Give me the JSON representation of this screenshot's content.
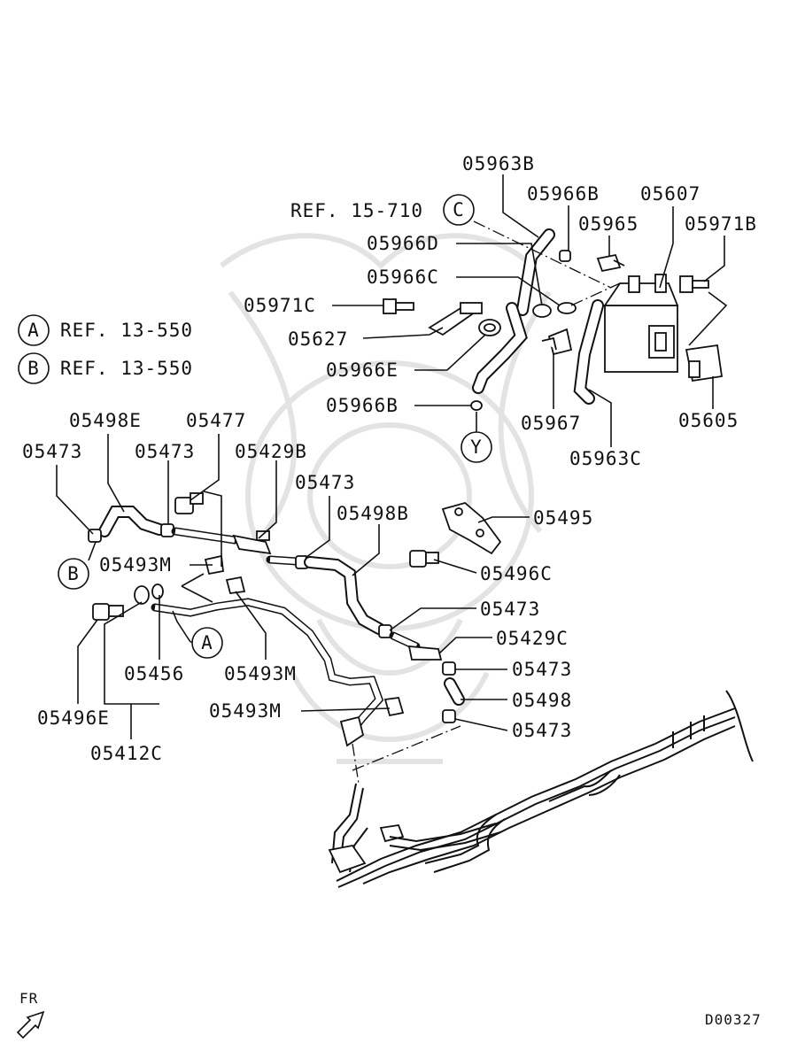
{
  "diagram_id": "D00327",
  "direction_label": "FR",
  "reference_notes": [
    {
      "marker": "A",
      "text": "REF. 13-550"
    },
    {
      "marker": "B",
      "text": "REF. 13-550"
    }
  ],
  "top_reference": "REF. 15-710",
  "circle_markers": [
    "A",
    "B",
    "C",
    "Y"
  ],
  "callouts": {
    "p05963B": "05963B",
    "p05966B_top": "05966B",
    "p05607": "05607",
    "p05965": "05965",
    "p05971B": "05971B",
    "p05966D": "05966D",
    "p05966C": "05966C",
    "p05971C": "05971C",
    "p05627": "05627",
    "p05966E": "05966E",
    "p05966B_mid": "05966B",
    "p05967": "05967",
    "p05605": "05605",
    "p05963C": "05963C",
    "p05498E": "05498E",
    "p05477": "05477",
    "p05473_a": "05473",
    "p05473_b": "05473",
    "p05429B": "05429B",
    "p05473_c": "05473",
    "p05498B": "05498B",
    "p05495": "05495",
    "p05493M_a": "05493M",
    "p05496C": "05496C",
    "p05473_d": "05473",
    "p05429C": "05429C",
    "p05456": "05456",
    "p05493M_b": "05493M",
    "p05473_e": "05473",
    "p05498": "05498",
    "p05496E": "05496E",
    "p05493M_c": "05493M",
    "p05473_f": "05473",
    "p05412C": "05412C"
  }
}
